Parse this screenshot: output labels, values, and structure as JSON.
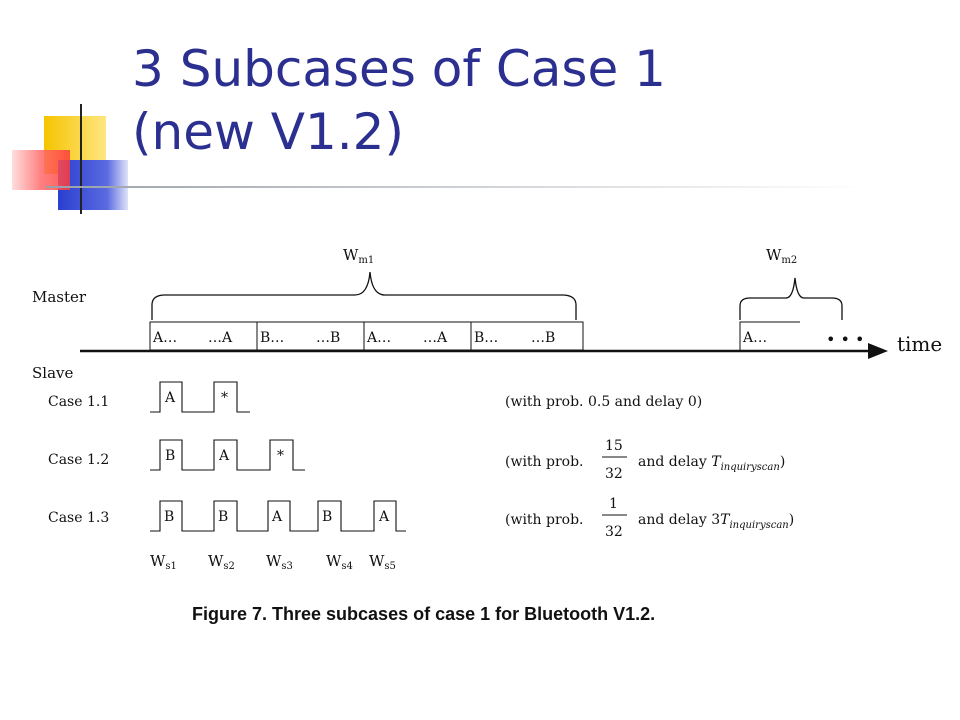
{
  "slide": {
    "title_line1": "3 Subcases of Case 1",
    "title_line2": "(new V1.2)",
    "caption": "Figure 7. Three subcases of case 1 for Bluetooth V1.2."
  },
  "figure": {
    "master_label": "Master",
    "slave_label": "Slave",
    "time_label": "time",
    "wm1": "W",
    "wm1_sub": "m1",
    "wm2": "W",
    "wm2_sub": "m2",
    "ellipsis": "• • •",
    "master_boxes": [
      {
        "left": "A…",
        "right": "…A"
      },
      {
        "left": "B…",
        "right": "…B"
      },
      {
        "left": "A…",
        "right": "…A"
      },
      {
        "left": "B…",
        "right": "…B"
      }
    ],
    "master_box_last": "A…",
    "cases": [
      {
        "label": "Case 1.1",
        "pulses": [
          "A",
          "*"
        ],
        "note_prefix": "(with prob. 0.5 and delay 0)"
      },
      {
        "label": "Case 1.2",
        "pulses": [
          "B",
          "A",
          "*"
        ],
        "note_prefix": "(with prob.",
        "frac_num": "15",
        "frac_den": "32",
        "note_mid": "and delay",
        "delay_coef": "",
        "delay_var": "T",
        "delay_sub": "inquiryscan",
        "note_end": ")"
      },
      {
        "label": "Case 1.3",
        "pulses": [
          "B",
          "B",
          "A",
          "B",
          "A"
        ],
        "note_prefix": "(with prob.",
        "frac_num": "1",
        "frac_den": "32",
        "note_mid": "and delay",
        "delay_coef": "3",
        "delay_var": "T",
        "delay_sub": "inquiryscan",
        "note_end": ")"
      }
    ],
    "ws_labels": [
      {
        "w": "W",
        "sub": "s1"
      },
      {
        "w": "W",
        "sub": "s2"
      },
      {
        "w": "W",
        "sub": "s3"
      },
      {
        "w": "W",
        "sub": "s4"
      },
      {
        "w": "W",
        "sub": "s5"
      }
    ]
  },
  "colors": {
    "title": "#2b2f8f",
    "deco_yellow": "#f5c400",
    "deco_blue": "#2a3fd0",
    "deco_red": "#ff4a4a"
  }
}
